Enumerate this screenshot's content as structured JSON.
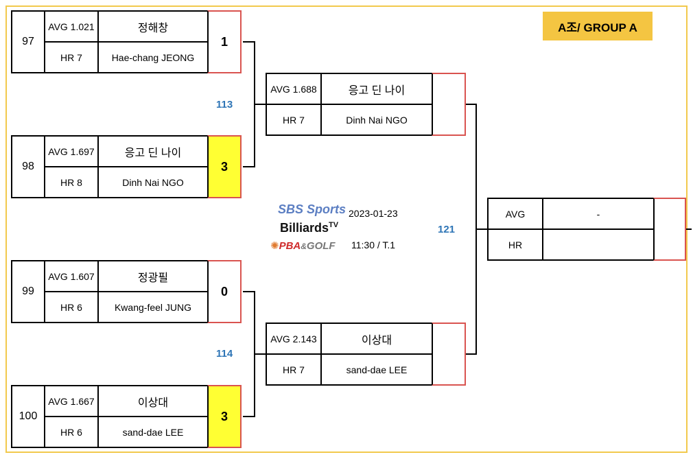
{
  "group_label": "A조/ GROUP A",
  "date": "2023-01-23",
  "time_table": "11:30 / T.1",
  "logos": {
    "sbs": "SBS Sports",
    "billiards": "Billiards",
    "tv": "TV",
    "pba": "PBA",
    "golf": "GOLF",
    "amp": "&"
  },
  "match_numbers": {
    "m113": "113",
    "m114": "114",
    "m121": "121"
  },
  "round1": [
    {
      "seed": "97",
      "avg": "AVG 1.021",
      "hr": "HR 7",
      "name_kr": "정해창",
      "name_en": "Hae-chang JEONG",
      "score": "1",
      "winner": false
    },
    {
      "seed": "98",
      "avg": "AVG 1.697",
      "hr": "HR 8",
      "name_kr": "응고 딘 나이",
      "name_en": "Dinh Nai NGO",
      "score": "3",
      "winner": true
    },
    {
      "seed": "99",
      "avg": "AVG 1.607",
      "hr": "HR 6",
      "name_kr": "정광필",
      "name_en": "Kwang-feel JUNG",
      "score": "0",
      "winner": false
    },
    {
      "seed": "100",
      "avg": "AVG 1.667",
      "hr": "HR 6",
      "name_kr": "이상대",
      "name_en": "sand-dae LEE",
      "score": "3",
      "winner": true
    }
  ],
  "round2": [
    {
      "avg": "AVG 1.688",
      "hr": "HR 7",
      "name_kr": "응고 딘 나이",
      "name_en": "Dinh Nai NGO",
      "score": ""
    },
    {
      "avg": "AVG 2.143",
      "hr": "HR 7",
      "name_kr": "이상대",
      "name_en": "sand-dae LEE",
      "score": ""
    }
  ],
  "final": {
    "avg": "AVG",
    "hr": "HR",
    "name_kr": "-",
    "name_en": "",
    "score": ""
  },
  "colors": {
    "accent": "#f4c542",
    "win": "#ffff33",
    "match_no": "#2e75b6",
    "score_border": "#d9534f"
  }
}
